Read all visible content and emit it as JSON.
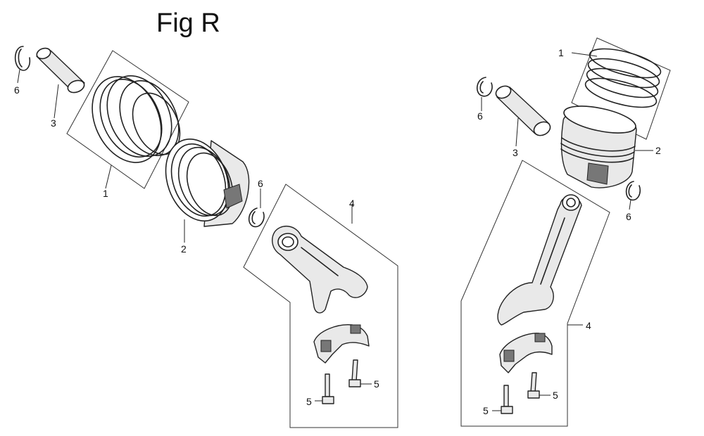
{
  "figure": {
    "title": "Fig R"
  },
  "callouts": {
    "left_ring_set": "1",
    "left_piston": "2",
    "left_pin": "3",
    "left_rod": "4",
    "left_bolt_a": "5",
    "left_bolt_b": "5",
    "left_clip_a": "6",
    "left_clip_b": "6",
    "right_ring_set": "1",
    "right_piston": "2",
    "right_pin": "3",
    "right_rod": "4",
    "right_bolt_a": "5",
    "right_bolt_b": "5",
    "right_clip_a": "6",
    "right_clip_b": "6"
  }
}
